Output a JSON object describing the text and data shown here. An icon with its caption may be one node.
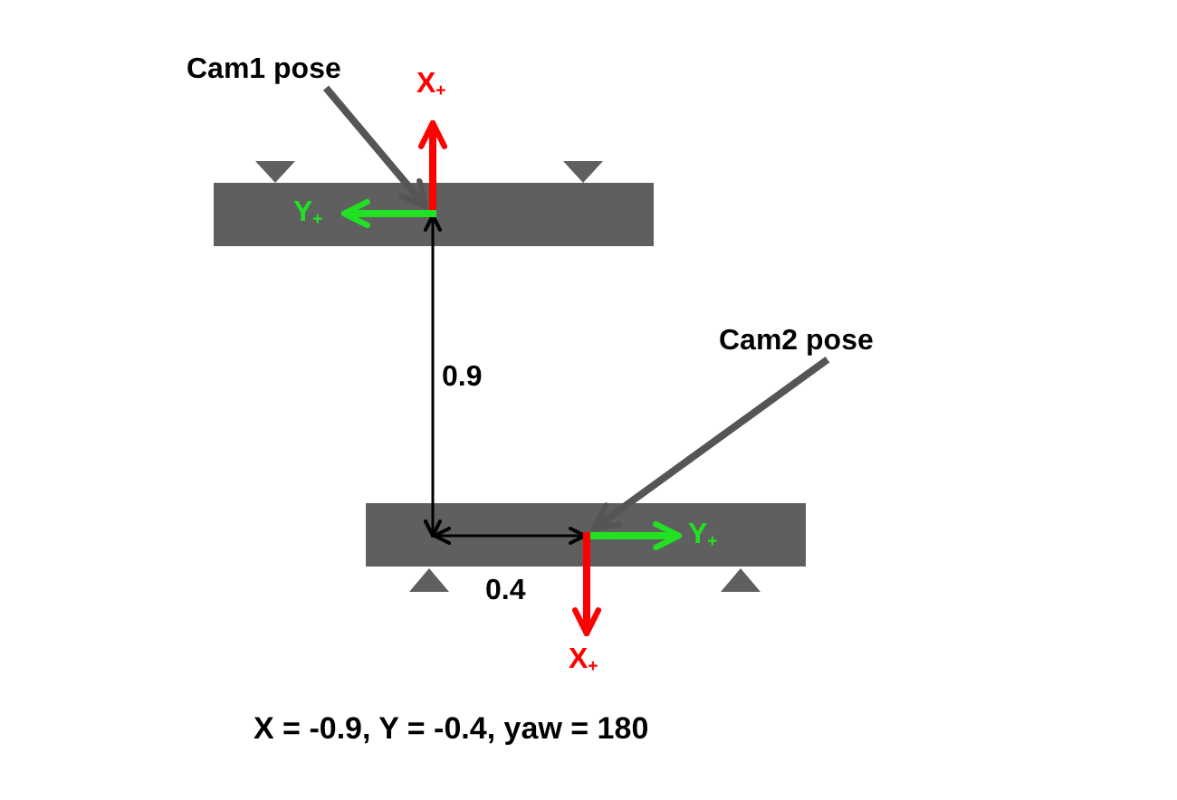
{
  "diagram": {
    "caption": "X = -0.9, Y = -0.4, yaw = 180",
    "nodes": [
      {
        "text": [
          "Cam1 pose"
        ]
      },
      {
        "text": [
          "Cam2 pose"
        ]
      }
    ],
    "edges": [
      {
        "from": 0,
        "to": null,
        "arrow": "to"
      },
      {
        "from": 1,
        "to": null,
        "arrow": "to"
      }
    ],
    "labels": [
      "X$_{+}$",
      "Y$_{+}$",
      "0.9",
      "Y$_{+}$",
      "0.4",
      "X$_{+}$"
    ]
  }
}
